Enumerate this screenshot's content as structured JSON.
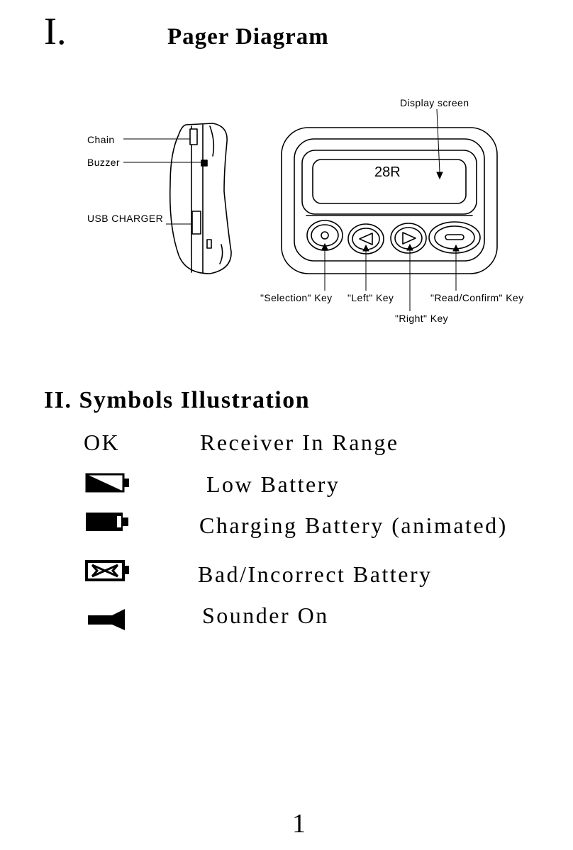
{
  "section1": {
    "number": "I.",
    "title": "Pager Diagram"
  },
  "diagram": {
    "side_labels": {
      "chain": "Chain",
      "buzzer": "Buzzer",
      "usb": "USB CHARGER"
    },
    "display_label": "Display  screen",
    "screen_text": "28R",
    "keys": {
      "selection": "\"Selection\" Key",
      "left": "\"Left\" Key",
      "right": "\"Right\" Key",
      "read_confirm": "\"Read/Confirm\" Key"
    }
  },
  "section2": {
    "title": "II. Symbols Illustration",
    "symbols": [
      {
        "icon": "ok-text",
        "icon_text": "OK",
        "label": "Receiver In Range"
      },
      {
        "icon": "low-battery-icon",
        "label": "Low Battery"
      },
      {
        "icon": "charging-battery-icon",
        "label": "Charging Battery (animated)"
      },
      {
        "icon": "bad-battery-icon",
        "label": "Bad/Incorrect Battery"
      },
      {
        "icon": "sounder-icon",
        "label": "Sounder On"
      }
    ]
  },
  "page_number": "1"
}
